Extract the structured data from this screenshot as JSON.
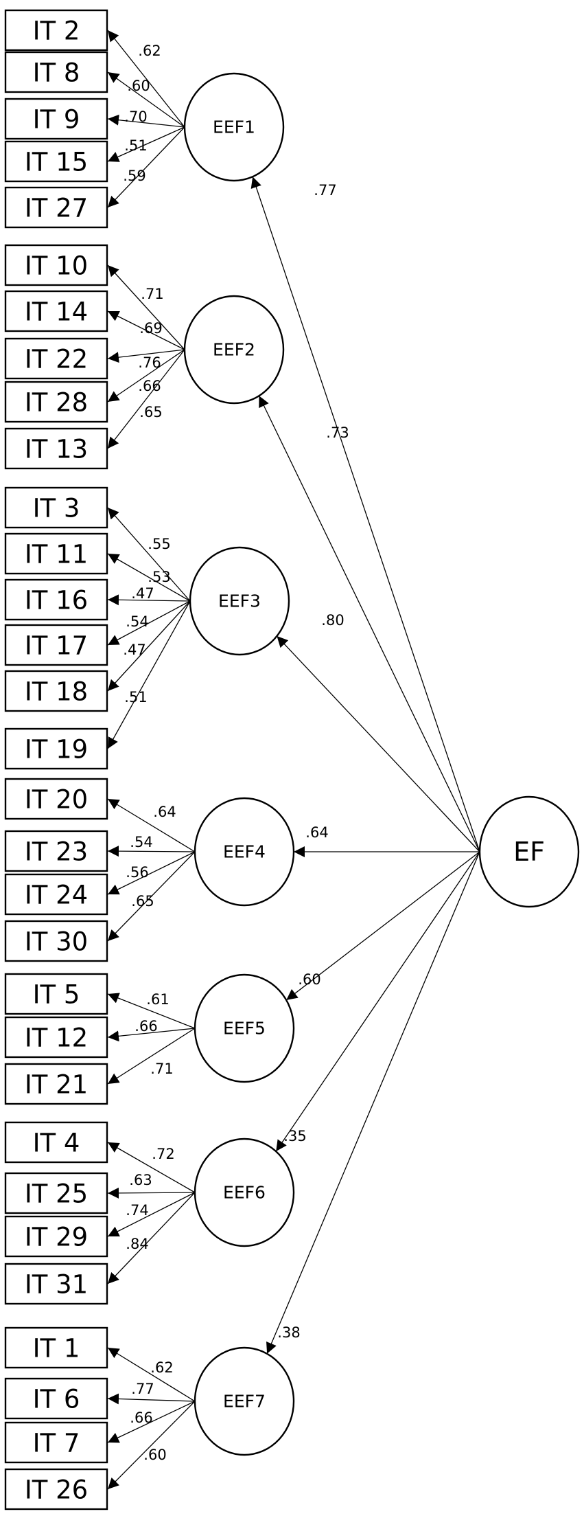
{
  "diagram": {
    "general_factor": {
      "label": "EF"
    },
    "factors": [
      {
        "label": "EEF1",
        "loading_on_EF": ".77",
        "items": [
          {
            "label": "IT 2",
            "loading": ".62"
          },
          {
            "label": "IT 8",
            "loading": ".60"
          },
          {
            "label": "IT 9",
            "loading": ".70"
          },
          {
            "label": "IT 15",
            "loading": ".51"
          },
          {
            "label": "IT 27",
            "loading": ".59"
          }
        ]
      },
      {
        "label": "EEF2",
        "loading_on_EF": ".73",
        "items": [
          {
            "label": "IT 10",
            "loading": ".71"
          },
          {
            "label": "IT 14",
            "loading": ".69"
          },
          {
            "label": "IT 22",
            "loading": ".76"
          },
          {
            "label": "IT 28",
            "loading": ".66"
          },
          {
            "label": "IT 13",
            "loading": ".65"
          }
        ]
      },
      {
        "label": "EEF3",
        "loading_on_EF": ".80",
        "items": [
          {
            "label": "IT 3",
            "loading": ".55"
          },
          {
            "label": "IT 11",
            "loading": ".53"
          },
          {
            "label": "IT 16",
            "loading": ".47"
          },
          {
            "label": "IT 17",
            "loading": ".54"
          },
          {
            "label": "IT 18",
            "loading": ".47"
          },
          {
            "label": "IT 19",
            "loading": ".51"
          }
        ]
      },
      {
        "label": "EEF4",
        "loading_on_EF": ".64",
        "items": [
          {
            "label": "IT 20",
            "loading": ".64"
          },
          {
            "label": "IT 23",
            "loading": ".54"
          },
          {
            "label": "IT 24",
            "loading": ".56"
          },
          {
            "label": "IT 30",
            "loading": ".65"
          }
        ]
      },
      {
        "label": "EEF5",
        "loading_on_EF": ".60",
        "items": [
          {
            "label": "IT 5",
            "loading": ".61"
          },
          {
            "label": "IT 12",
            "loading": ".66"
          },
          {
            "label": "IT 21",
            "loading": ".71"
          }
        ]
      },
      {
        "label": "EEF6",
        "loading_on_EF": ".35",
        "items": [
          {
            "label": "IT 4",
            "loading": ".72"
          },
          {
            "label": "IT 25",
            "loading": ".63"
          },
          {
            "label": "IT 29",
            "loading": ".74"
          },
          {
            "label": "IT 31",
            "loading": ".84"
          }
        ]
      },
      {
        "label": "EEF7",
        "loading_on_EF": ".38",
        "items": [
          {
            "label": "IT 1",
            "loading": ".62"
          },
          {
            "label": "IT 6",
            "loading": ".77"
          },
          {
            "label": "IT 7",
            "loading": ".66"
          },
          {
            "label": "IT 26",
            "loading": ".60"
          }
        ]
      }
    ]
  }
}
